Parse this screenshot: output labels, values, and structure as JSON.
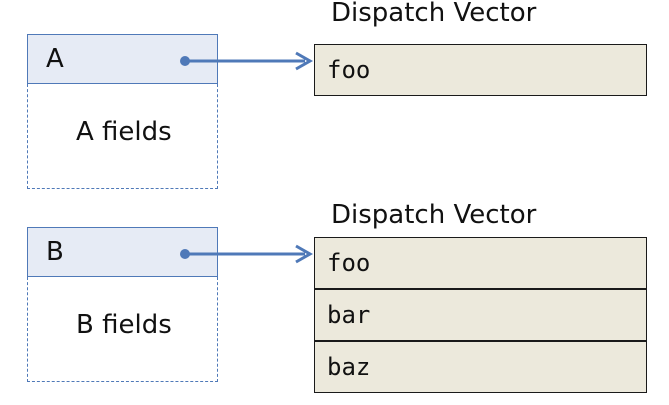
{
  "object_a": {
    "header_label": "A",
    "fields_label": "A fields",
    "dispatch_vector": {
      "title": "Dispatch Vector",
      "entries": [
        "foo"
      ]
    }
  },
  "object_b": {
    "header_label": "B",
    "fields_label": "B fields",
    "dispatch_vector": {
      "title": "Dispatch Vector",
      "entries": [
        "foo",
        "bar",
        "baz"
      ]
    }
  },
  "colors": {
    "header_fill": "#e6ebf5",
    "object_border": "#4f79b8",
    "arrow": "#4f79b8",
    "vector_fill": "#ece9dc",
    "vector_border": "#1a1a1a"
  }
}
